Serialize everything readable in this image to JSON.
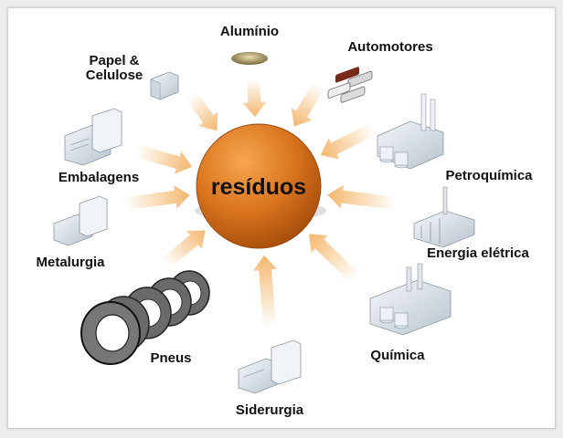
{
  "center": {
    "label": "resíduos"
  },
  "sources": {
    "aluminio": "Alumínio",
    "automotores": "Automotores",
    "papel_line1": "Papel &",
    "papel_line2": "Celulose",
    "embalagens": "Embalagens",
    "metalurgia": "Metalurgia",
    "pneus": "Pneus",
    "siderurgia": "Siderurgia",
    "quimica": "Química",
    "energia": "Energia elétrica",
    "petroquimica": "Petroquímica"
  },
  "colors": {
    "sphere_light": "#f6a74e",
    "sphere_mid": "#d9731e",
    "sphere_dark": "#a44c0c",
    "arrow": "#f4b76e",
    "building": "#e8eef4"
  }
}
